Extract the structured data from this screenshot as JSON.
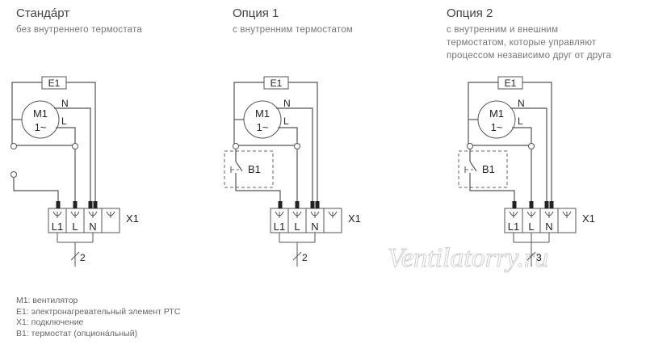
{
  "columns": [
    {
      "title": "Стандáрт",
      "subtitle": [
        "без внутреннего термостата"
      ]
    },
    {
      "title": "Опция 1",
      "subtitle": [
        "с внутренним термостатом"
      ]
    },
    {
      "title": "Опция 2",
      "subtitle": [
        "с внутренним и внешним",
        "термостатом, которые управляют",
        "процессом независимо друг от друга"
      ]
    }
  ],
  "schematic": {
    "heater": "E1",
    "motor_line1": "M1",
    "motor_line2": "1~",
    "wire_n": "N",
    "wire_l": "L",
    "thermostat": "B1",
    "terminal_block": "X1",
    "terminals": [
      "L1",
      "L",
      "N",
      ""
    ],
    "cable_counts": [
      "2",
      "2",
      "3"
    ]
  },
  "legend": [
    "M1: вентилятор",
    "E1: электронагревательный элемент РТС",
    "X1: подключение",
    "B1: термостат (опциона́льный)"
  ],
  "watermark": "Ventilatorry.ru"
}
